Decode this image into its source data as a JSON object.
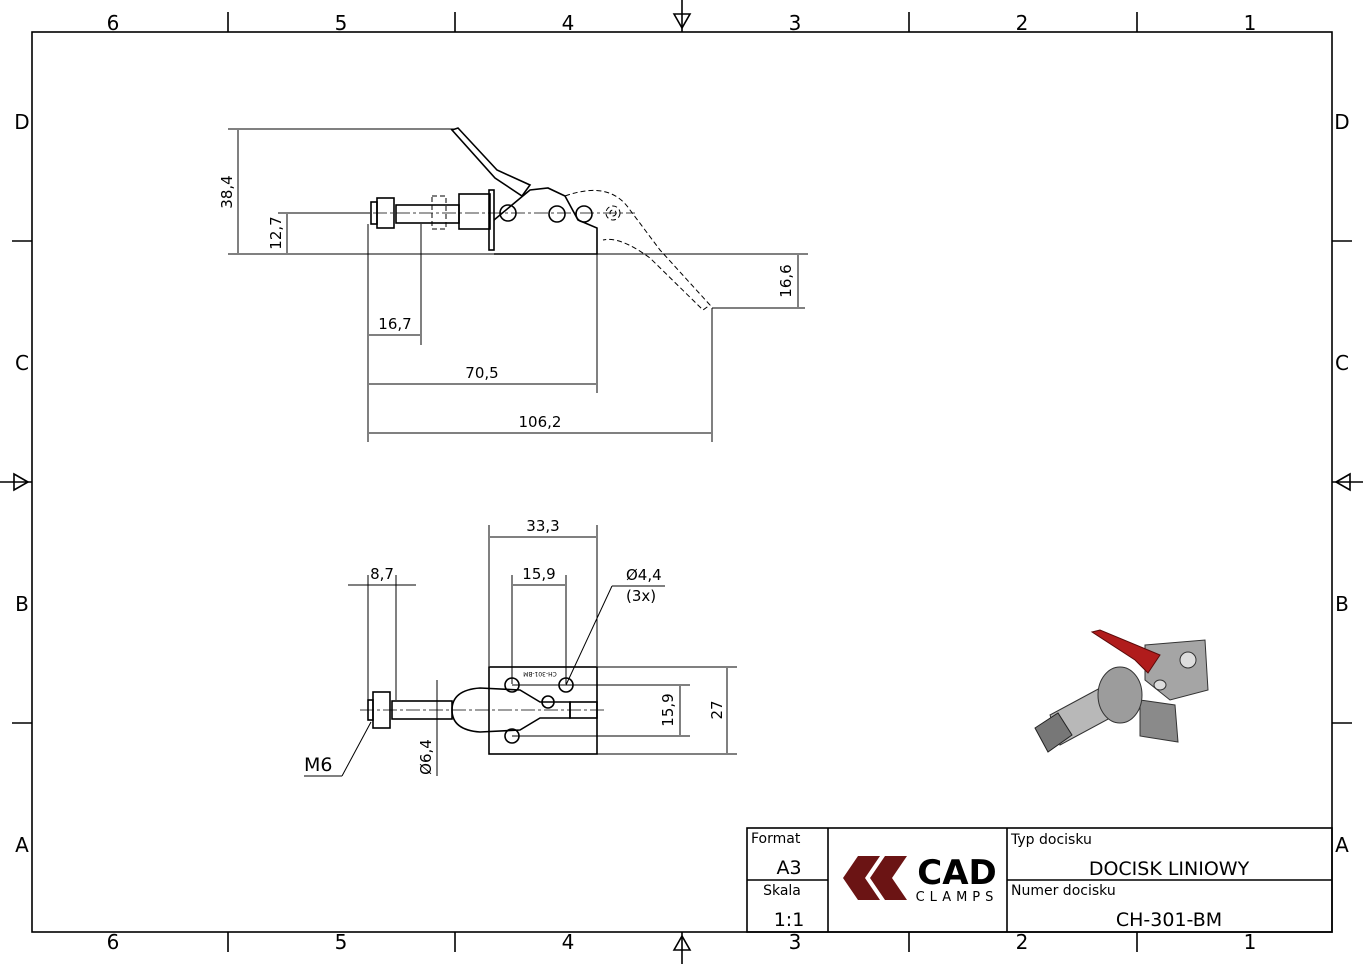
{
  "frame": {
    "column_labels": [
      "6",
      "5",
      "4",
      "3",
      "2",
      "1"
    ],
    "row_labels": [
      "D",
      "C",
      "B",
      "A"
    ]
  },
  "side_view": {
    "dimensions": [
      "38,4",
      "12,7",
      "16,6",
      "16,7",
      "70,5",
      "106,2"
    ]
  },
  "top_view": {
    "dimensions": [
      "33,3",
      "8,7",
      "15,9",
      "15,9",
      "27",
      "Ø6,4"
    ],
    "hole_callout": "Ø4,4",
    "hole_count": "(3x)",
    "thread_callout": "M6",
    "part_marking": "CH-301-BM"
  },
  "title_block": {
    "format_label": "Format",
    "format_value": "A3",
    "scale_label": "Skala",
    "scale_value": "1:1",
    "logo_text": "CAD",
    "logo_subtext": "CLAMPS",
    "type_label": "Typ docisku",
    "type_value": "DOCISK LINIOWY",
    "number_label": "Numer docisku",
    "number_value": "CH-301-BM"
  },
  "colors": {
    "logo": "#6b1414",
    "lever": "#b01c1c",
    "metal": "#9a9a9a"
  }
}
